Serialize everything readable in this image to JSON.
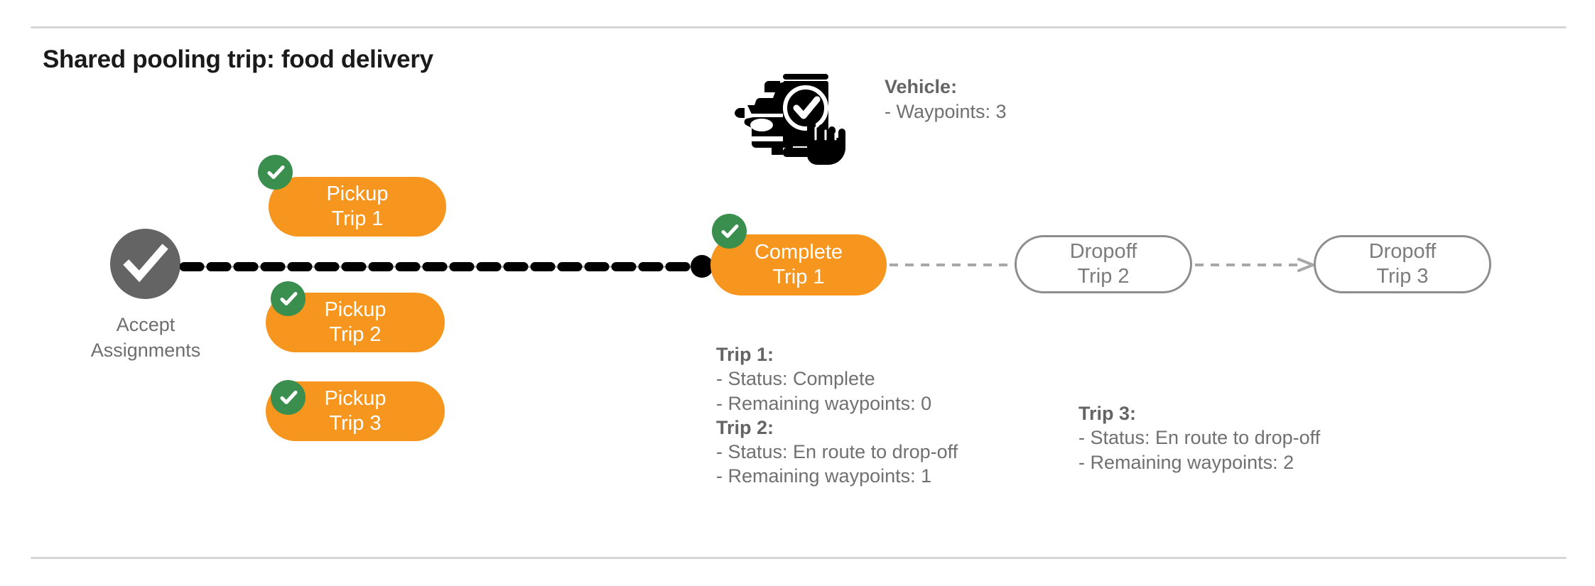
{
  "page": {
    "title": "Shared pooling trip: food delivery",
    "background": "#ffffff",
    "rule_color": "#d6d6d6"
  },
  "colors": {
    "orange": "#f6961e",
    "green": "#3a8f4e",
    "gray_node": "#646464",
    "gray_text": "#707070",
    "gray_outline": "#8d8d8d",
    "black": "#000000",
    "white": "#ffffff"
  },
  "vehicle": {
    "icon": "car-phone-check-icon",
    "label": "Vehicle:",
    "waypoints_line": "- Waypoints: 3",
    "waypoints": 3
  },
  "start_node": {
    "icon": "check-circle-icon",
    "label_line_1": "Accept",
    "label_line_2": "Assignments"
  },
  "pickups": [
    {
      "id": "pickup-1",
      "line_1": "Pickup",
      "line_2": "Trip 1",
      "state": "complete",
      "badge": "check-badge-icon"
    },
    {
      "id": "pickup-2",
      "line_1": "Pickup",
      "line_2": "Trip 2",
      "state": "complete",
      "badge": "check-badge-icon"
    },
    {
      "id": "pickup-3",
      "line_1": "Pickup",
      "line_2": "Trip 3",
      "state": "complete",
      "badge": "check-badge-icon"
    }
  ],
  "flow_nodes": [
    {
      "id": "complete-1",
      "line_1": "Complete",
      "line_2": "Trip 1",
      "state": "complete",
      "badge": "check-badge-icon"
    },
    {
      "id": "dropoff-2",
      "line_1": "Dropoff",
      "line_2": "Trip 2",
      "state": "pending"
    },
    {
      "id": "dropoff-3",
      "line_1": "Dropoff",
      "line_2": "Trip 3",
      "state": "pending"
    }
  ],
  "trip_info_left": [
    {
      "heading": "Trip 1:",
      "status": "- Status:  Complete",
      "waypoints": "- Remaining waypoints: 0"
    },
    {
      "heading": "Trip 2:",
      "status": "- Status:  En route to drop-off",
      "waypoints": "- Remaining waypoints: 1"
    }
  ],
  "trip_info_right": [
    {
      "heading": "Trip 3:",
      "status": "- Status:  En route to drop-off",
      "waypoints": "- Remaining waypoints: 2"
    }
  ]
}
